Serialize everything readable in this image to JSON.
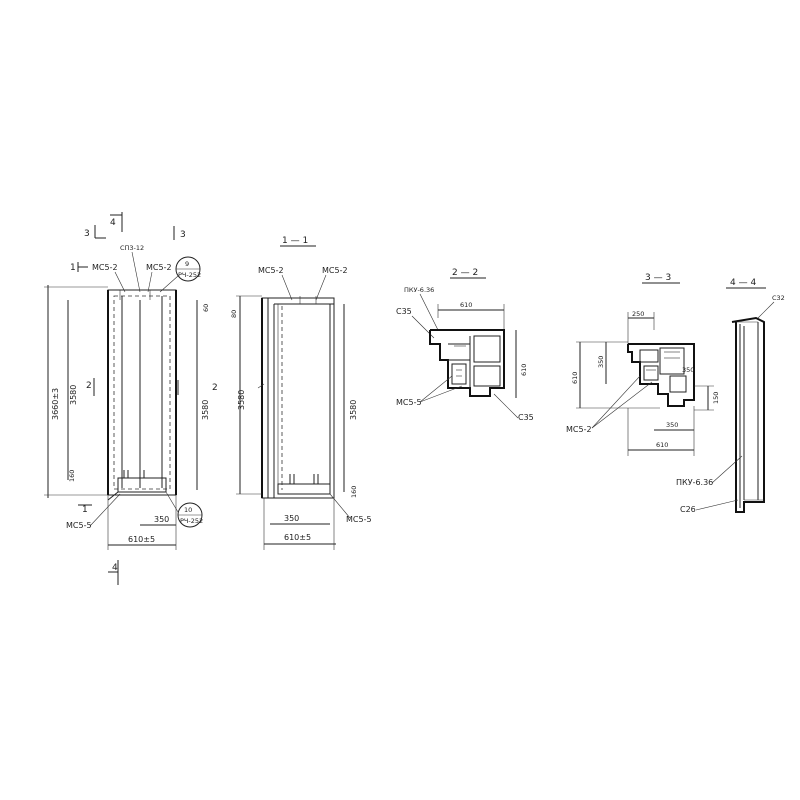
{
  "labels": {
    "sec3_left": "3",
    "sec4_top": "4",
    "sec3_right": "3",
    "sec1_left": "1",
    "sec2_left": "2",
    "sec2_right": "2",
    "sec4_bottom": "4",
    "sec1_bottom": "1",
    "sp3": "СП3-12",
    "mc5_2_a": "МС5-2",
    "mc5_2_b": "МС5-2",
    "mc5_5_a": "МС5-5",
    "circle9_num": "9",
    "circle9_sub": "РЧ-252",
    "circle10_num": "10",
    "circle10_sub": "РЧ-252",
    "dim_3660": "3660±3",
    "dim_3580a": "3580",
    "dim_3580b": "3580",
    "dim_60": "60",
    "dim_160": "160",
    "dim_350a": "350",
    "dim_610a": "610±5",
    "title_11": "1 — 1",
    "mc5_2_c": "МС5-2",
    "mc5_2_d": "МС5-2",
    "mc5_5_b": "МС5-5",
    "dim_3580c": "3580",
    "dim_3580d": "3580",
    "dim_80": "80",
    "dim_160b": "160",
    "dim_350b": "350",
    "dim_610b": "610±5",
    "title_22": "2 — 2",
    "pku_a": "ПКУ-6.36",
    "c35_a": "С35",
    "c35_b": "С35",
    "mc5_5_c": "МС5-5",
    "dim_610c": "610",
    "dim_610d": "610",
    "title_33": "3 — 3",
    "dim_250": "250",
    "dim_350c": "350",
    "dim_610e": "610",
    "dim_610f": "610",
    "dim_350d": "350",
    "dim_350e": "350",
    "dim_150": "150",
    "mc5_2_e": "МС5-2",
    "title_44": "4 — 4",
    "c32": "С32",
    "pku_b": "ПКУ-6.36",
    "c26": "С26"
  }
}
